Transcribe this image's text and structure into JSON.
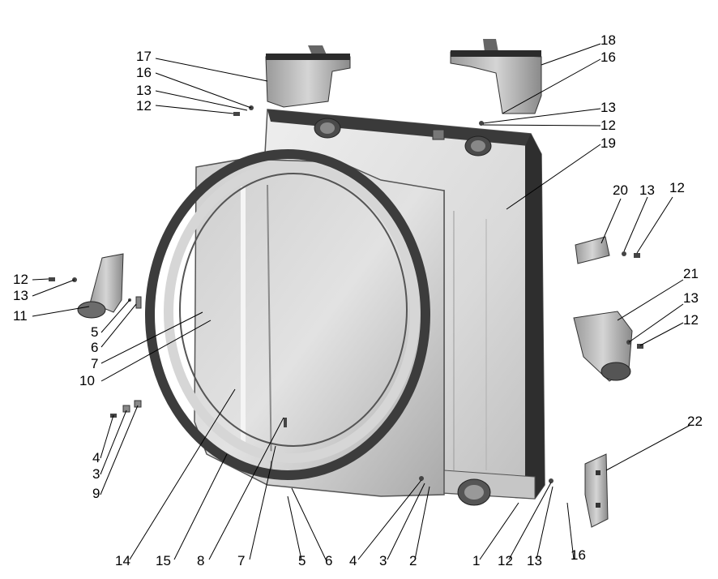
{
  "callouts": [
    {
      "id": "c17a",
      "text": "17"
    },
    {
      "id": "c16a",
      "text": "16"
    },
    {
      "id": "c13a",
      "text": "13"
    },
    {
      "id": "c12a",
      "text": "12"
    },
    {
      "id": "c18a",
      "text": "18"
    },
    {
      "id": "c16b",
      "text": "16"
    },
    {
      "id": "c13b",
      "text": "13"
    },
    {
      "id": "c12b",
      "text": "12"
    },
    {
      "id": "c19a",
      "text": "19"
    },
    {
      "id": "c20a",
      "text": "20"
    },
    {
      "id": "c13c",
      "text": "13"
    },
    {
      "id": "c12c",
      "text": "12"
    },
    {
      "id": "c12d",
      "text": "12"
    },
    {
      "id": "c13d",
      "text": "13"
    },
    {
      "id": "c11a",
      "text": "11"
    },
    {
      "id": "c5a",
      "text": "5"
    },
    {
      "id": "c6a",
      "text": "6"
    },
    {
      "id": "c7a",
      "text": "7"
    },
    {
      "id": "c10a",
      "text": "10"
    },
    {
      "id": "c21a",
      "text": "21"
    },
    {
      "id": "c13e",
      "text": "13"
    },
    {
      "id": "c12e",
      "text": "12"
    },
    {
      "id": "c4a",
      "text": "4"
    },
    {
      "id": "c3a",
      "text": "3"
    },
    {
      "id": "c9a",
      "text": "9"
    },
    {
      "id": "c22a",
      "text": "22"
    },
    {
      "id": "c14a",
      "text": "14"
    },
    {
      "id": "c15a",
      "text": "15"
    },
    {
      "id": "c8a",
      "text": "8"
    },
    {
      "id": "c7b",
      "text": "7"
    },
    {
      "id": "c5b",
      "text": "5"
    },
    {
      "id": "c6b",
      "text": "6"
    },
    {
      "id": "c4b",
      "text": "4"
    },
    {
      "id": "c3b",
      "text": "3"
    },
    {
      "id": "c2a",
      "text": "2"
    },
    {
      "id": "c1a",
      "text": "1"
    },
    {
      "id": "c12f",
      "text": "12"
    },
    {
      "id": "c13f",
      "text": "13"
    },
    {
      "id": "c16c",
      "text": "16"
    }
  ]
}
